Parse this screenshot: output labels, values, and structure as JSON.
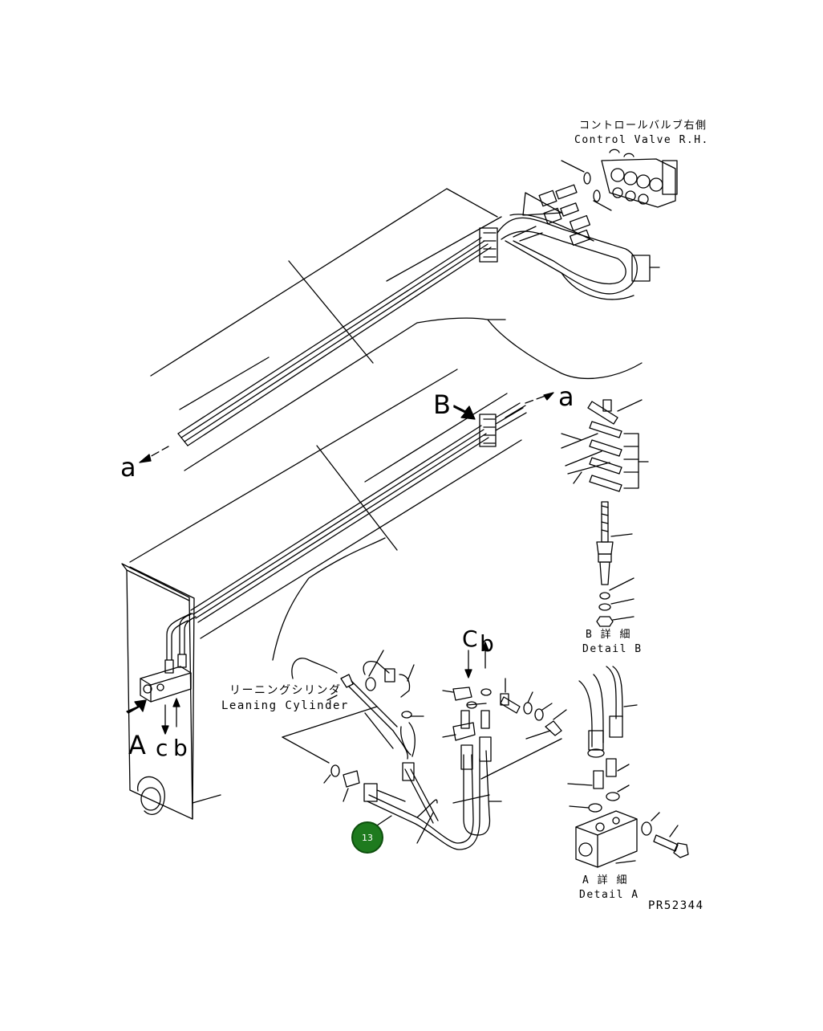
{
  "labels": {
    "control_valve_jp": "コントロールバルブ右側",
    "control_valve_en": "Control Valve R.H.",
    "arrow_a_right": "a",
    "arrow_a_left": "a",
    "view_b": "B",
    "view_a": "A",
    "port_c_bottom": "c",
    "port_b_bottom": "b",
    "port_c_top": "C",
    "port_b_top": "b",
    "leaning_cylinder_jp": "リーニングシリンダ",
    "leaning_cylinder_en": "Leaning Cylinder",
    "detail_b_jp": "B 詳 細",
    "detail_b_en": "Detail B",
    "detail_a_jp": "A 詳 細",
    "detail_a_en": "Detail A",
    "drawing_number": "PR52344"
  },
  "callouts": [
    {
      "number": "13",
      "color": "#1e7a1e"
    }
  ]
}
